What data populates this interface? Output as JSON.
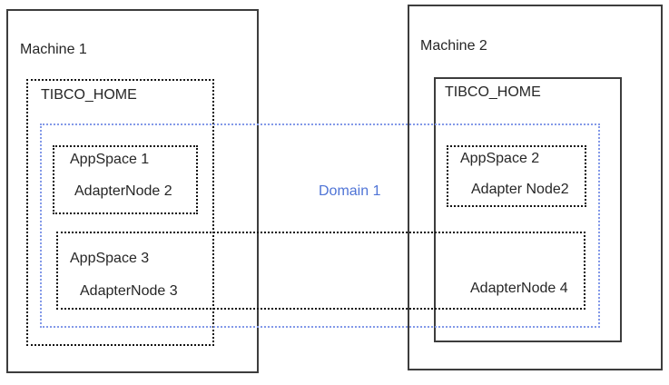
{
  "diagram": {
    "title": "TIBCO domain / appspace deployment diagram",
    "colors": {
      "machine_border": "#3d3d3d",
      "dotted_border": "#141414",
      "domain_border": "#8399e8",
      "domain_text": "#4f74d6",
      "label_text": "#262626",
      "background": "#ffffff"
    },
    "machine1": {
      "label": "Machine 1",
      "tibco_home_label": "TIBCO_HOME"
    },
    "machine2": {
      "label": "Machine 2",
      "tibco_home_label": "TIBCO_HOME"
    },
    "domain": {
      "label": "Domain 1"
    },
    "appspace1": {
      "label": "AppSpace 1",
      "node_label": "AdapterNode 2"
    },
    "appspace2": {
      "label": "AppSpace 2",
      "node_label": "Adapter Node2"
    },
    "appspace3": {
      "label": "AppSpace 3",
      "node_left_label": "AdapterNode 3",
      "node_right_label": "AdapterNode 4"
    }
  }
}
